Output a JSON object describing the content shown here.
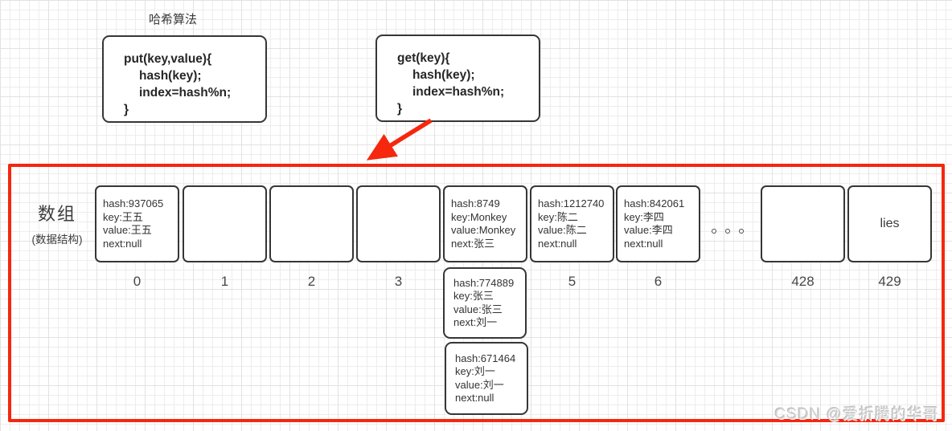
{
  "title": "哈希算法",
  "code": {
    "put": [
      "put(key,value){",
      "hash(key);",
      "index=hash%n;",
      "}"
    ],
    "get": [
      "get(key){",
      "hash(key);",
      "index=hash%n;",
      "}"
    ]
  },
  "array_section": {
    "label": "数组",
    "sublabel": "(数据结构)",
    "cells": [
      {
        "index_label": "0",
        "lines": [
          "hash:937065",
          "key:王五",
          "value:王五",
          "next:null"
        ]
      },
      {
        "index_label": "1"
      },
      {
        "index_label": "2"
      },
      {
        "index_label": "3"
      },
      {
        "index_label": "",
        "lines": [
          "hash:8749",
          "key:Monkey",
          "value:Monkey",
          "next:张三"
        ]
      },
      {
        "index_label": "5",
        "lines": [
          "hash:1212740",
          "key:陈二",
          "value:陈二",
          "next:null"
        ]
      },
      {
        "index_label": "6",
        "lines": [
          "hash:842061",
          "key:李四",
          "value:李四",
          "next:null"
        ]
      },
      {
        "index_label": "428"
      },
      {
        "index_label": "429",
        "text": "lies"
      }
    ],
    "chain_nodes": [
      {
        "lines": [
          "hash:774889",
          "key:张三",
          "value:张三",
          "next:刘一"
        ]
      },
      {
        "lines": [
          "hash:671464",
          "key:刘一",
          "value:刘一",
          "next:null"
        ]
      }
    ]
  },
  "watermark": "CSDN @爱折腾的华哥",
  "colors": {
    "accent_red": "#f5270e",
    "shape_border": "#363636",
    "grid_line": "#ededed",
    "watermark_gray": "#d2d2d2"
  }
}
